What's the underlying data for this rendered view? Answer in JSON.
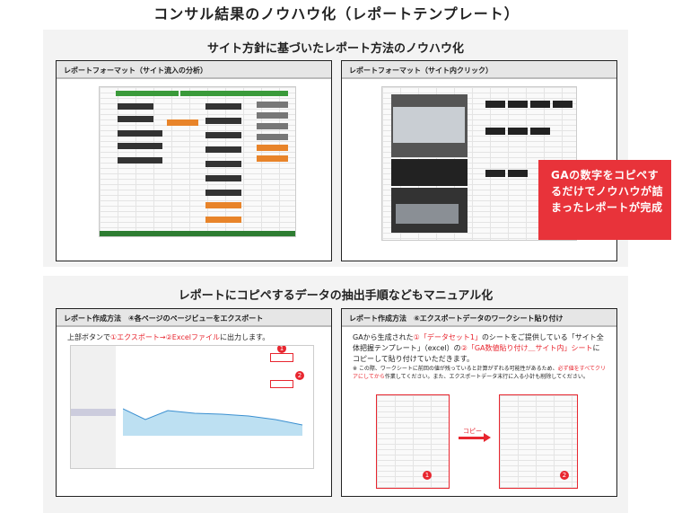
{
  "title": "コンサル結果のノウハウ化（レポートテンプレート）",
  "section1": {
    "subtitle": "サイト方針に基づいたレポート方法のノウハウ化",
    "left_card": {
      "header": "レポートフォーマット（サイト流入の分析）"
    },
    "right_card": {
      "header": "レポートフォーマット（サイト内クリック）"
    },
    "callout": "GAの数字をコピペするだけでノウハウが詰まったレポートが完成"
  },
  "section2": {
    "subtitle": "レポートにコピペするデータの抽出手順などもマニュアル化",
    "left_card": {
      "header": "レポート作成方法　④各ページのページビューをエクスポート",
      "text_before": "上部ボタンで",
      "red1": "①エクスポート→②Excelファイル",
      "text_after": "に出力します。"
    },
    "right_card": {
      "header": "レポート作成方法　⑥エクスポートデータのワークシート貼り付け",
      "t1": "GAから生成された",
      "r1": "①「データセット1」",
      "t2": "のシートをご提供している「サイト全体把握テンプレート」（excel）の",
      "r2": "②「GA数値貼り付け＿サイト内」シート",
      "t3": "にコピーして貼り付けていただきます。",
      "n1": "※ この際、ワークシートに前回の値が残っていると計算がずれる可能性があるため、",
      "nr": "必ず値をすべてクリアにしてから",
      "n2": "作業してください。また、エクスポートデータ末行に入る小計も削除してください。",
      "copy_label": "コピー",
      "badge1": "1",
      "badge2": "2"
    }
  },
  "colors": {
    "accent": "#e8262f",
    "panel": "#f3f3f3",
    "excel_green": "#2e7d32"
  }
}
